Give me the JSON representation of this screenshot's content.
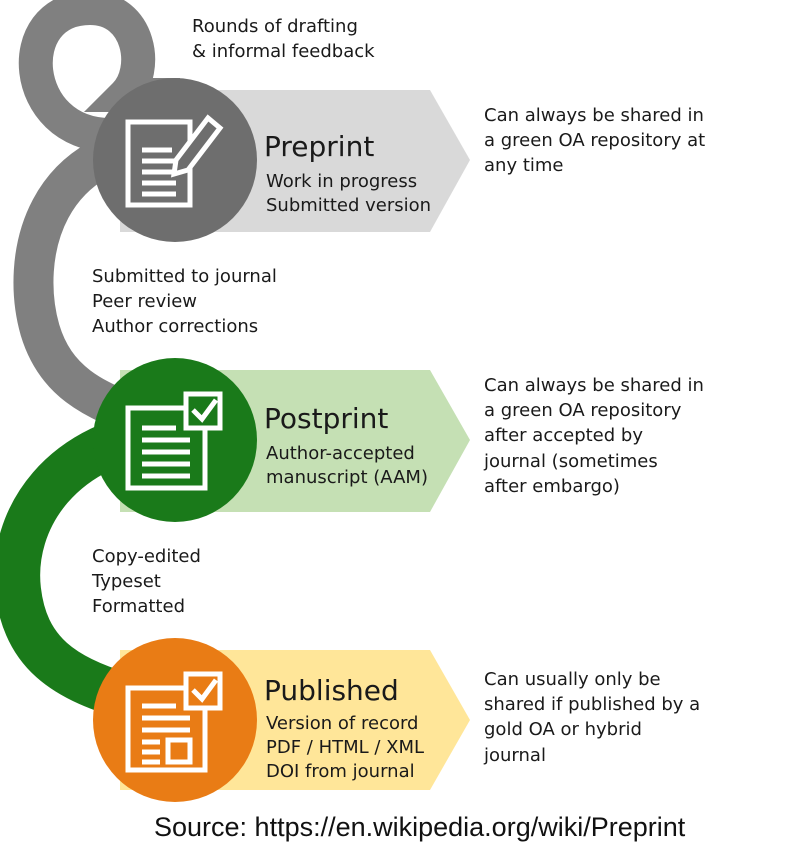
{
  "loop_notes": {
    "drafting": "Rounds of drafting\n& informal feedback",
    "review": "Submitted to journal\nPeer review\nAuthor corrections",
    "editing": "Copy-edited\nTypeset\nFormatted"
  },
  "stages": [
    {
      "title": "Preprint",
      "details": "Work in progress\nSubmitted version",
      "sharing": "Can always be shared in\na green OA repository at\nany time",
      "icon": "pencil-document-icon",
      "circle_color": "#6e6e6e",
      "arrow_color": "#d9d9d9"
    },
    {
      "title": "Postprint",
      "details": "Author-accepted\nmanuscript (AAM)",
      "sharing": "Can always be shared in\na green OA repository\nafter accepted by\njournal (sometimes\nafter embargo)",
      "icon": "checked-document-icon",
      "circle_color": "#1a7a1a",
      "arrow_color": "#c5e0b4"
    },
    {
      "title": "Published",
      "details": "Version of record\nPDF / HTML / XML\nDOI from journal",
      "sharing": "Can usually only be\nshared if published by a\ngold OA or hybrid\njournal",
      "icon": "formatted-document-icon",
      "circle_color": "#e97c15",
      "arrow_color": "#ffe699"
    }
  ],
  "source": "Source: https://en.wikipedia.org/wiki/Preprint"
}
